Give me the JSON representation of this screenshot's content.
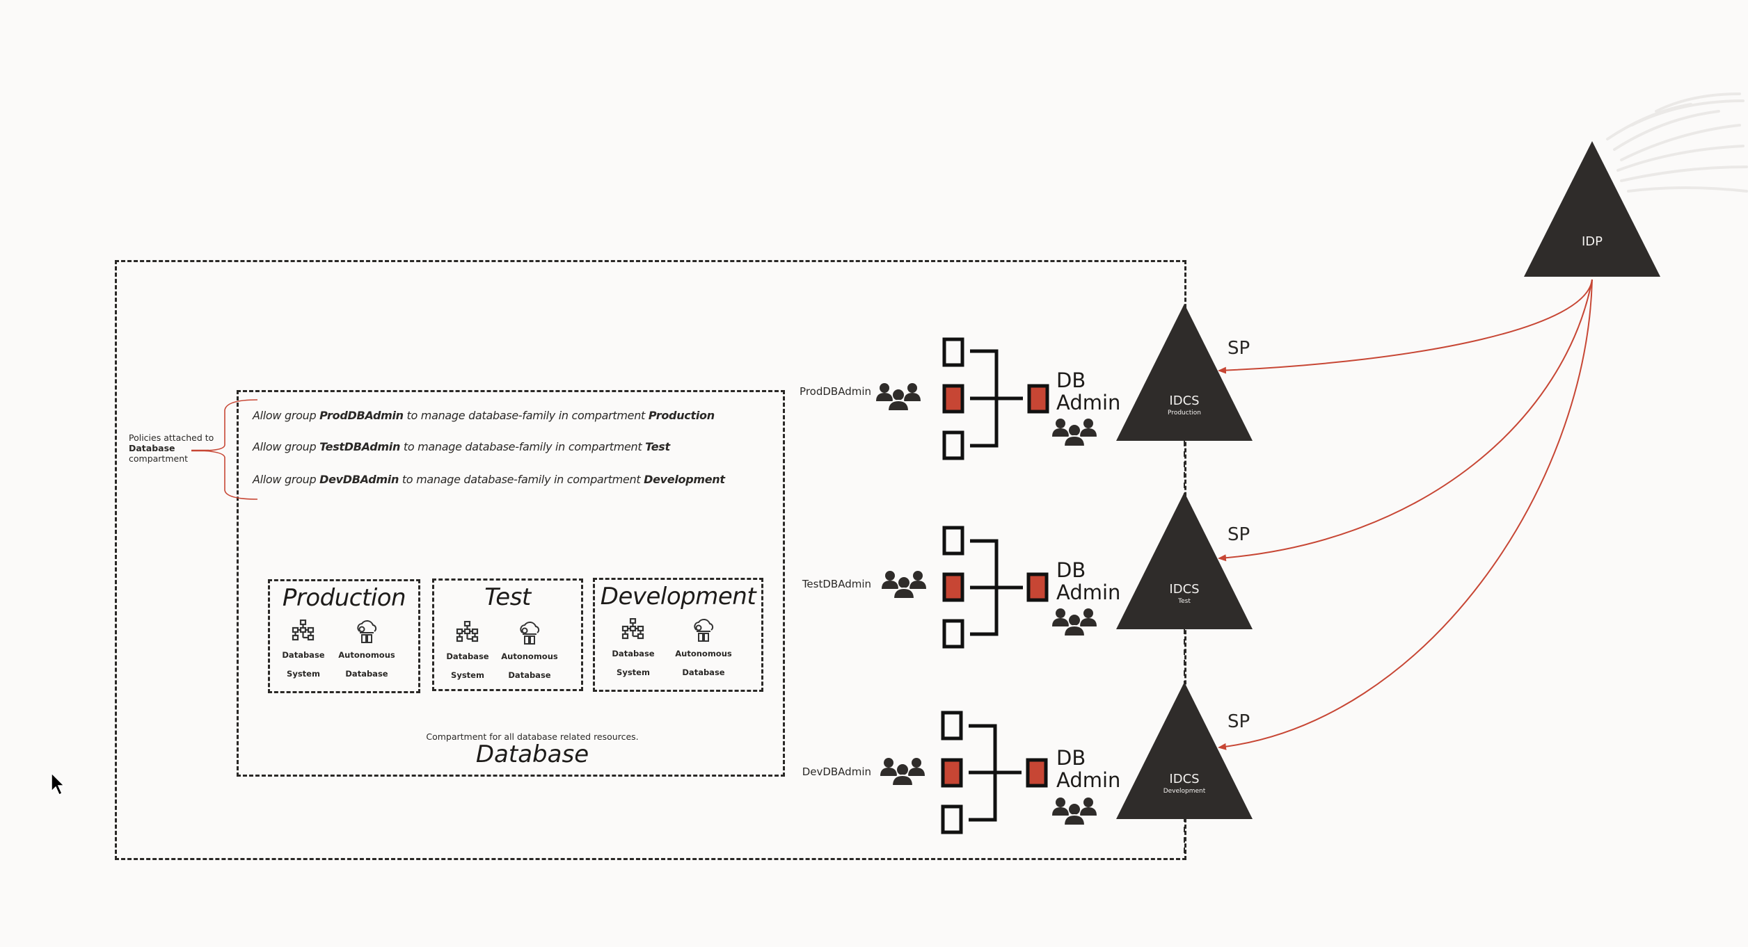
{
  "policies_note": {
    "line1": "Policies attached to",
    "line2": "Database",
    "line3": "compartment"
  },
  "policies": [
    {
      "prefix": "Allow group ",
      "group": "ProdDBAdmin",
      "middle": " to manage database-family  in compartment ",
      "compartment": "Production"
    },
    {
      "prefix": "Allow group ",
      "group": "TestDBAdmin",
      "middle": " to manage database-family  in compartment ",
      "compartment": "Test"
    },
    {
      "prefix": "Allow group ",
      "group": "DevDBAdmin",
      "middle": " to manage database-family in compartment ",
      "compartment": "Development"
    }
  ],
  "compartments": [
    {
      "title": "Production",
      "resources": [
        {
          "l1": "Database",
          "l2": "System",
          "icon": "database-system-icon"
        },
        {
          "l1": "Autonomous",
          "l2": "Database",
          "icon": "autonomous-database-icon"
        }
      ]
    },
    {
      "title": "Test",
      "resources": [
        {
          "l1": "Database",
          "l2": "System",
          "icon": "database-system-icon"
        },
        {
          "l1": "Autonomous",
          "l2": "Database",
          "icon": "autonomous-database-icon"
        }
      ]
    },
    {
      "title": "Development",
      "resources": [
        {
          "l1": "Database",
          "l2": "System",
          "icon": "database-system-icon"
        },
        {
          "l1": "Autonomous",
          "l2": "Database",
          "icon": "autonomous-database-icon"
        }
      ]
    }
  ],
  "database_compartment": {
    "caption": "Compartment for all database related resources.",
    "title": "Database"
  },
  "groups": [
    {
      "name": "ProdDBAdmin",
      "role_line1": "DB",
      "role_line2": "Admin",
      "idcs_title": "IDCS",
      "idcs_sub": "Production",
      "sp_label": "SP"
    },
    {
      "name": "TestDBAdmin",
      "role_line1": "DB",
      "role_line2": "Admin",
      "idcs_title": "IDCS",
      "idcs_sub": "Test",
      "sp_label": "SP"
    },
    {
      "name": "DevDBAdmin",
      "role_line1": "DB",
      "role_line2": "Admin",
      "idcs_title": "IDCS",
      "idcs_sub": "Development",
      "sp_label": "SP"
    }
  ],
  "idp": {
    "label": "IDP"
  },
  "colors": {
    "background": "#fbfaf9",
    "dark": "#2f2c2a",
    "accent_red": "#c74634",
    "dash": "#2a2826"
  }
}
